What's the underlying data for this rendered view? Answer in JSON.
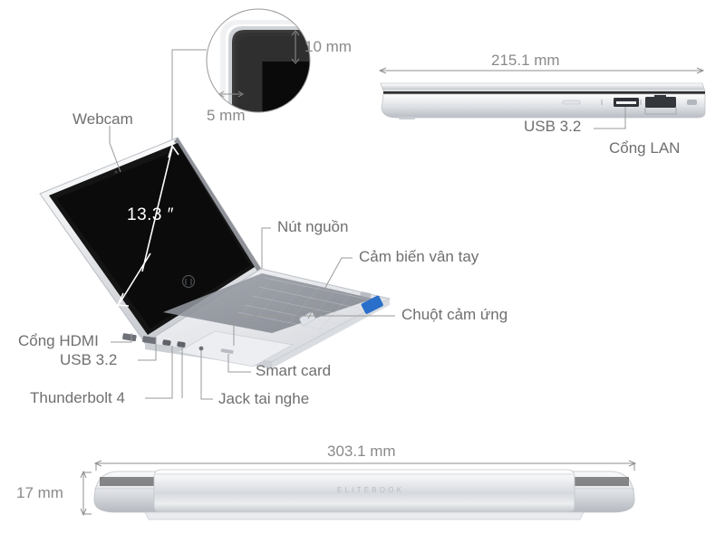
{
  "diagram": {
    "product": "ELITEBOOK",
    "brand_text": "ELITEBOOK",
    "views": {
      "open_perspective": "open laptop three-quarter view",
      "side_profile": "right side edge view",
      "closed_rear": "closed laptop rear view",
      "bezel_detail": "magnified screen bezel corner"
    }
  },
  "measurements": {
    "bezel_top": "10 mm",
    "bezel_side": "5 mm",
    "screen_diagonal": "13.3 ″",
    "body_depth": "215.1 mm",
    "body_width": "303.1 mm",
    "body_height": "17 mm"
  },
  "labels": {
    "webcam": "Webcam",
    "power_button": "Nút nguồn",
    "fingerprint": "Cảm biến vân tay",
    "touchpad": "Chuột cảm ứng",
    "hdmi": "Cổng HDMI",
    "usb_left": "USB 3.2",
    "thunderbolt": "Thunderbolt 4",
    "headphone_jack": "Jack tai nghe",
    "smart_card": "Smart card",
    "usb_right": "USB 3.2",
    "lan": "Cổng LAN"
  },
  "colors": {
    "label_text": "#6f6f6f",
    "dimension_text": "#8a8a8a",
    "leader_line": "#9a9a9a",
    "screen_black": "#0d0d0d",
    "chassis_silver": "#d8dade",
    "background": "#ffffff"
  }
}
